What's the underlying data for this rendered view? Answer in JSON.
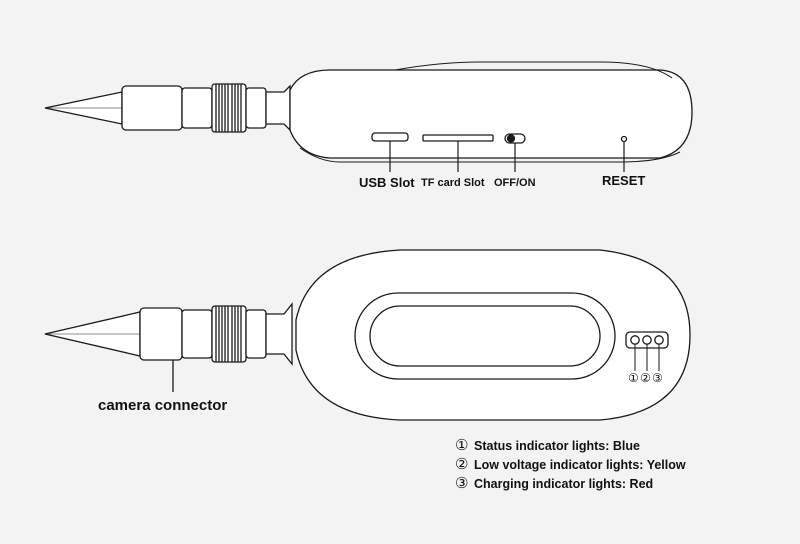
{
  "side_view": {
    "labels": {
      "usb_slot": "USB Slot",
      "tf_card_slot": "TF card Slot",
      "power_switch": "OFF/ON",
      "reset": "RESET"
    }
  },
  "top_view": {
    "camera_connector": "camera connector",
    "indicator_numbers": [
      "①",
      "②",
      "③"
    ]
  },
  "legend": [
    {
      "num": "①",
      "text": "Status indicator lights: Blue"
    },
    {
      "num": "②",
      "text": "Low voltage indicator lights: Yellow"
    },
    {
      "num": "③",
      "text": "Charging indicator lights: Red"
    }
  ]
}
